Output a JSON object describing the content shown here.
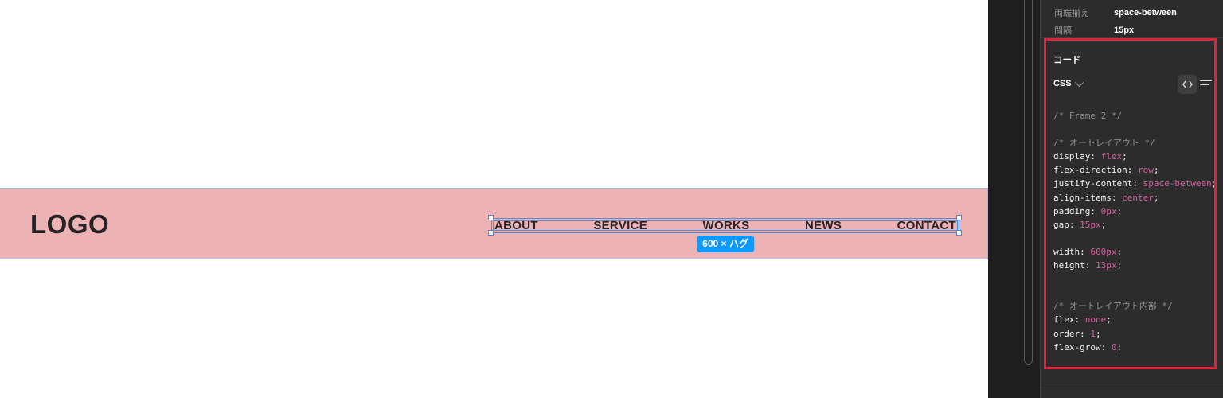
{
  "canvas": {
    "logo_text": "LOGO",
    "nav_items": [
      "ABOUT",
      "SERVICE",
      "WORKS",
      "NEWS",
      "CONTACT"
    ],
    "selection_badge": "600 × ハグ"
  },
  "inspector": {
    "properties": [
      {
        "label": "両端揃え",
        "value": "space-between"
      },
      {
        "label": "間隔",
        "value": "15px"
      }
    ],
    "code": {
      "section_title": "コード",
      "language": "CSS",
      "view_icons": [
        "code-view-icon",
        "table-view-icon"
      ],
      "lines": [
        {
          "type": "comment",
          "text": "/* Frame 2 */"
        },
        {
          "type": "blank"
        },
        {
          "type": "comment",
          "text": "/* オートレイアウト */"
        },
        {
          "type": "decl",
          "prop": "display",
          "value": "flex"
        },
        {
          "type": "decl",
          "prop": "flex-direction",
          "value": "row"
        },
        {
          "type": "decl",
          "prop": "justify-content",
          "value": "space-between"
        },
        {
          "type": "decl",
          "prop": "align-items",
          "value": "center"
        },
        {
          "type": "decl",
          "prop": "padding",
          "value": "0px"
        },
        {
          "type": "decl",
          "prop": "gap",
          "value": "15px"
        },
        {
          "type": "blank"
        },
        {
          "type": "decl",
          "prop": "width",
          "value": "600px"
        },
        {
          "type": "decl",
          "prop": "height",
          "value": "13px"
        },
        {
          "type": "blank"
        },
        {
          "type": "blank"
        },
        {
          "type": "comment",
          "text": "/* オートレイアウト内部 */"
        },
        {
          "type": "decl",
          "prop": "flex",
          "value": "none"
        },
        {
          "type": "decl",
          "prop": "order",
          "value": "1"
        },
        {
          "type": "decl",
          "prop": "flex-grow",
          "value": "0"
        }
      ]
    }
  },
  "colors": {
    "header_pink": "#ecb2b4",
    "selection_blue": "#4a90dd",
    "badge_blue": "#0d99ff",
    "accent_red": "#dd2239",
    "code_value_pink": "#d65d9e",
    "comment_gray": "#8f8f8f",
    "panel_bg": "#2c2c2c",
    "canvas_bg": "#1e1e1e"
  }
}
